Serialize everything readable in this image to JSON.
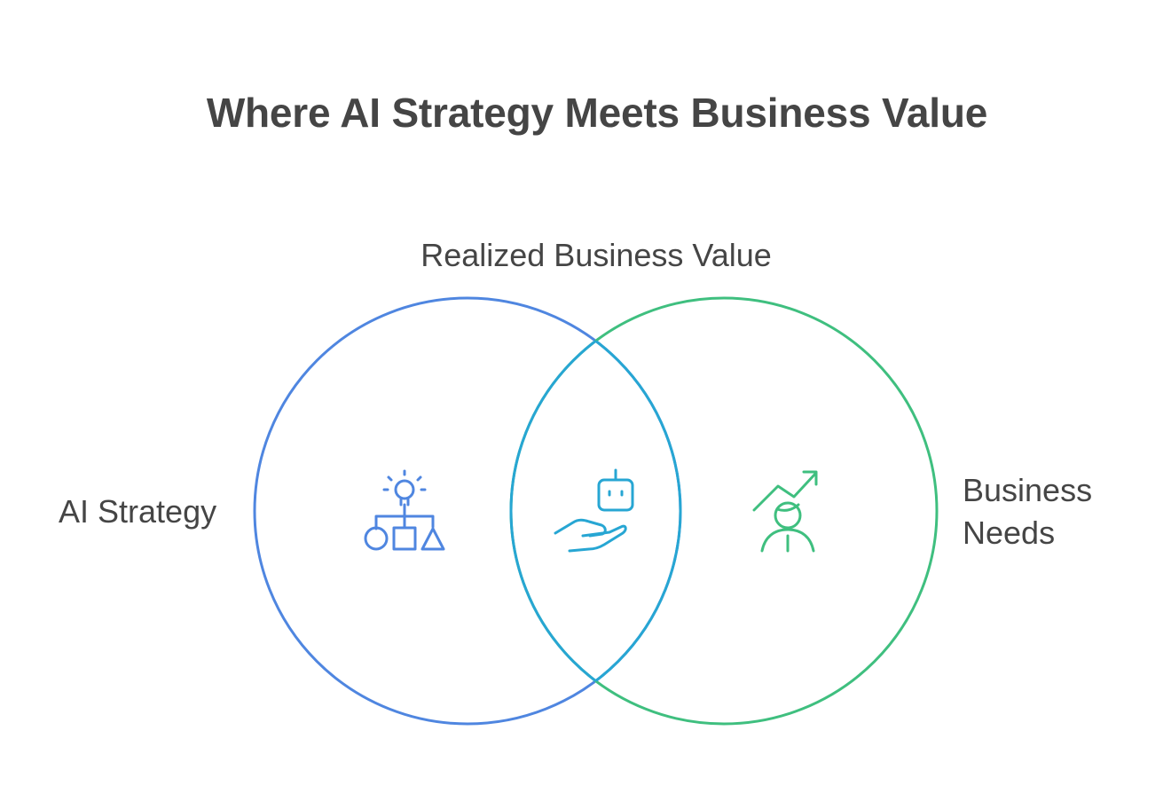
{
  "title": "Where AI Strategy Meets Business Value",
  "intersection_label": "Realized Business Value",
  "left_set": {
    "label": "AI Strategy",
    "color": "#4f86e0",
    "icon": "strategy-shapes-icon"
  },
  "right_set": {
    "label_line1": "Business",
    "label_line2": "Needs",
    "color": "#3fbf7f",
    "icon": "growth-person-icon"
  },
  "overlap": {
    "color": "#27a6d3",
    "icon": "robot-hand-icon"
  }
}
